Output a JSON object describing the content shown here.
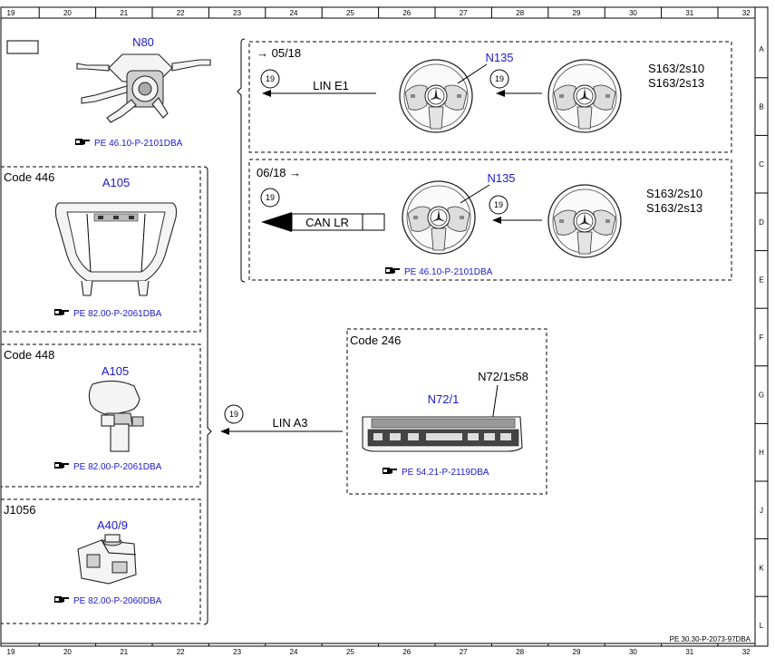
{
  "grid": {
    "columns": [
      "19",
      "20",
      "21",
      "22",
      "23",
      "24",
      "25",
      "26",
      "27",
      "28",
      "29",
      "30",
      "31",
      "32"
    ],
    "rows": [
      "A",
      "B",
      "C",
      "D",
      "E",
      "F",
      "G",
      "H",
      "J",
      "K",
      "L"
    ]
  },
  "footer_ref": "PE 30.30-P-2073-97DBA",
  "n80": {
    "label": "N80",
    "ref": "PE 46.10-P-2101DBA"
  },
  "group_0518": {
    "tag": "→ 05/18",
    "connector": "19",
    "bus": "LIN E1",
    "connector2": "19",
    "wheel_label": "N135",
    "switch1": "S163/2s10",
    "switch2": "S163/2s13"
  },
  "group_0618": {
    "tag": "06/18 →",
    "connector": "19",
    "bus": "CAN LR",
    "connector2": "19",
    "wheel_label": "N135",
    "switch1": "S163/2s10",
    "switch2": "S163/2s13",
    "ref": "PE 46.10-P-2101DBA"
  },
  "code446": {
    "code": "Code 446",
    "label": "A105",
    "ref": "PE 82.00-P-2061DBA"
  },
  "code448": {
    "code": "Code 448",
    "label": "A105",
    "ref": "PE 82.00-P-2061DBA"
  },
  "j1056": {
    "code": "J1056",
    "label": "A40/9",
    "ref": "PE 82.00-P-2060DBA"
  },
  "code246": {
    "code": "Code 246",
    "label": "N72/1",
    "sublabel": "N72/1s58",
    "ref": "PE 54.21-P-2119DBA",
    "connector": "19",
    "bus": "LIN A3"
  }
}
